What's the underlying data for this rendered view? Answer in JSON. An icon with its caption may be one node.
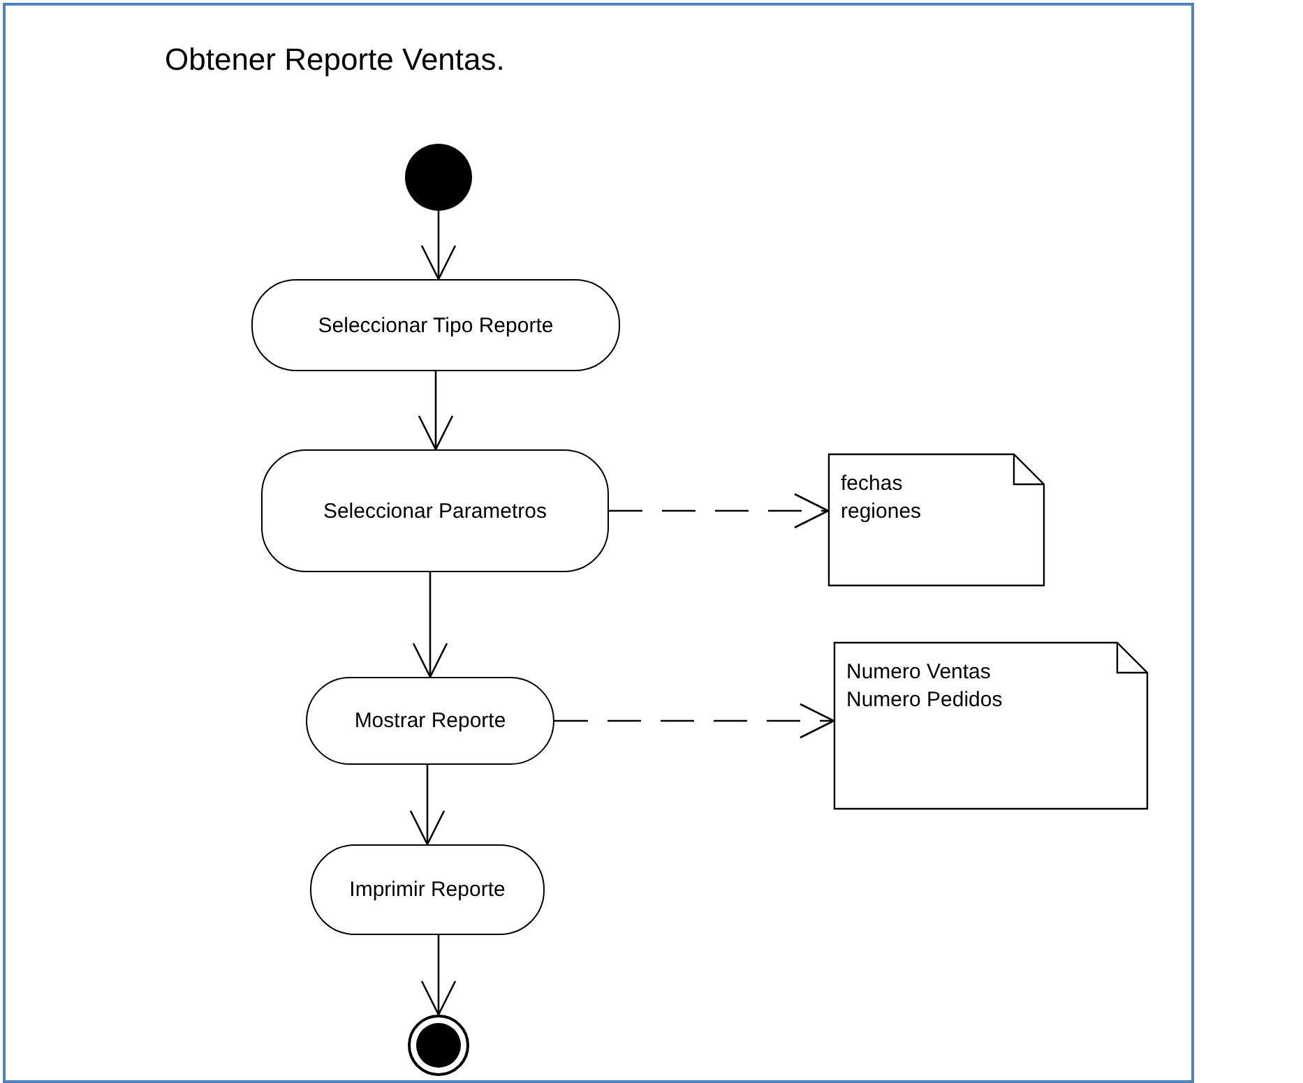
{
  "diagram": {
    "title": "Obtener Reporte Ventas.",
    "nodes": [
      {
        "text": [],
        "shape": "circle"
      },
      {
        "text": [
          "Seleccionar Tipo Reporte"
        ]
      },
      {
        "text": [
          "Seleccionar Parametros"
        ]
      },
      {
        "text": [
          "fechas regiones"
        ]
      },
      {
        "text": [
          "Mostrar Reporte"
        ]
      },
      {
        "text": [
          "Numero Ventas Numero Pedidos"
        ]
      },
      {
        "text": [
          "Imprimir Reporte"
        ]
      },
      {
        "text": [],
        "shape": "bullseye"
      }
    ],
    "edges": [
      {
        "from": 0,
        "to": 1,
        "arrow": "to"
      },
      {
        "from": 1,
        "to": 2,
        "arrow": "to"
      },
      {
        "from": 2,
        "to": 3,
        "arrow": "to",
        "style": "dashed"
      },
      {
        "from": 2,
        "to": 4,
        "arrow": "to"
      },
      {
        "from": 4,
        "to": 5,
        "arrow": "to",
        "style": "dashed"
      },
      {
        "from": 4,
        "to": 6,
        "arrow": "to"
      },
      {
        "from": 6,
        "to": 7,
        "arrow": "to"
      }
    ]
  }
}
